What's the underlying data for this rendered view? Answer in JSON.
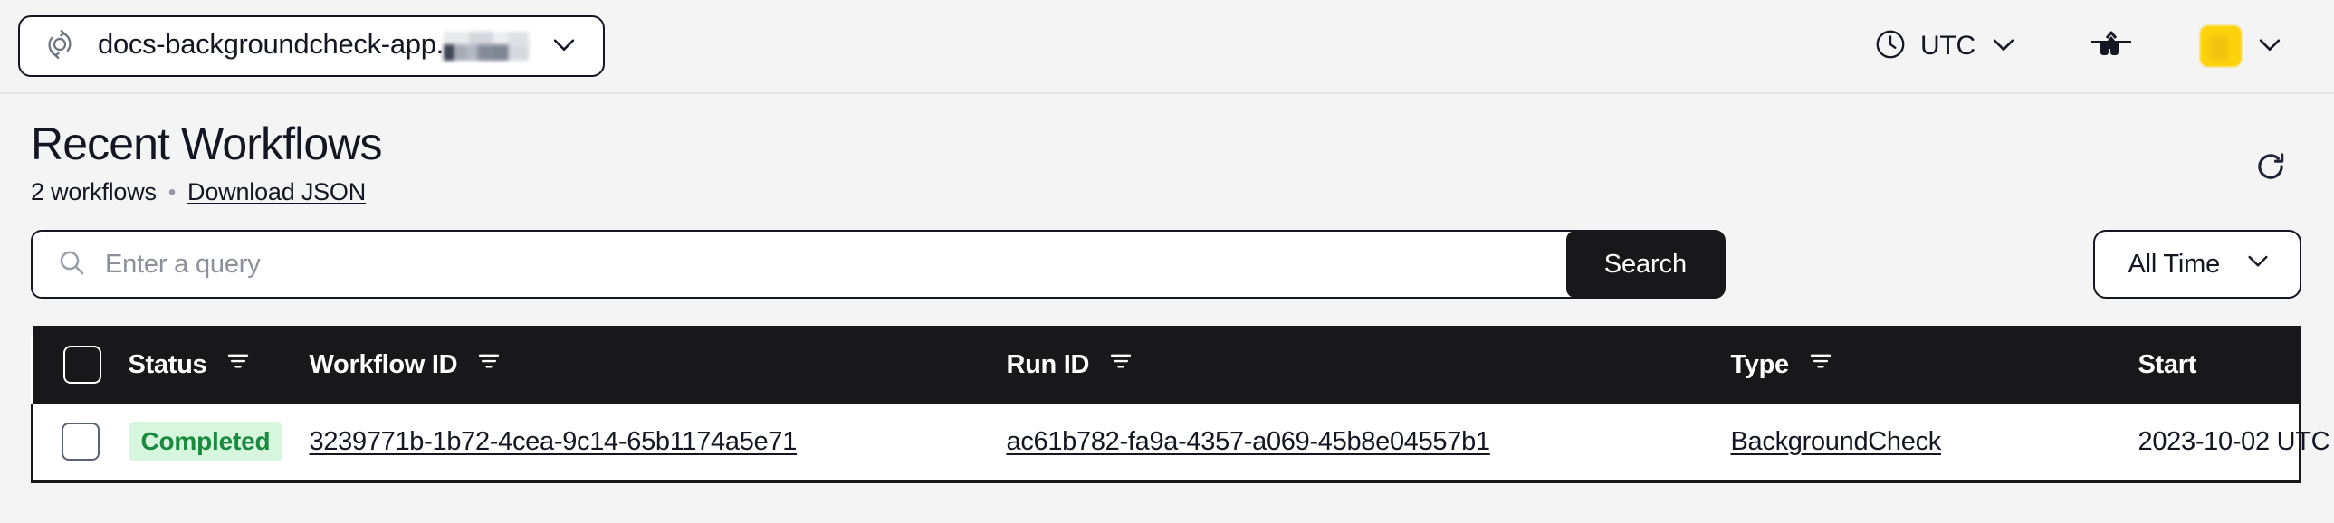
{
  "topnav": {
    "namespace_selector": {
      "icon": "temporal-logo-icon",
      "label": "docs-backgroundcheck-app.",
      "redacted_suffix": true,
      "caret": "chevron-down-icon"
    },
    "timezone": {
      "icon": "clock-icon",
      "label": "UTC",
      "caret": "chevron-down-icon"
    },
    "ninja_icon": "sunglasses-icon",
    "user_menu": {
      "avatar": "user-avatar",
      "avatar_color": "#fcd20b",
      "caret": "chevron-down-icon"
    }
  },
  "page": {
    "title": "Recent Workflows",
    "count_label": "2 workflows",
    "separator": "•",
    "download_link": "Download JSON",
    "refresh_icon": "refresh-icon"
  },
  "search": {
    "icon": "search-icon",
    "placeholder": "Enter a query",
    "value": "",
    "submit_label": "Search",
    "time_range": {
      "label": "All Time",
      "caret": "chevron-down-icon"
    }
  },
  "table": {
    "select_all_checkbox": "select-all",
    "columns": [
      {
        "key": "status",
        "label": "Status",
        "filter_icon": "filter-icon"
      },
      {
        "key": "wfid",
        "label": "Workflow ID",
        "filter_icon": "filter-icon"
      },
      {
        "key": "runid",
        "label": "Run ID",
        "filter_icon": "filter-icon"
      },
      {
        "key": "type",
        "label": "Type",
        "filter_icon": "filter-icon"
      },
      {
        "key": "start",
        "label": "Start",
        "filter_icon": null
      }
    ],
    "rows": [
      {
        "selected": false,
        "status": "Completed",
        "status_color": "#1c8a3e",
        "status_bg": "#d6f6de",
        "workflow_id": "3239771b-1b72-4cea-9c14-65b1174a5e71",
        "run_id": "ac61b782-fa9a-4357-a069-45b8e04557b1",
        "type": "BackgroundCheck",
        "start": "2023-10-02 UTC"
      }
    ]
  },
  "colors": {
    "page_bg": "#f4f4f5",
    "surface": "#ffffff",
    "ink": "#141721",
    "header_bg": "#18181b",
    "accent_yellow": "#fcd20b",
    "success": "#1c8a3e"
  }
}
